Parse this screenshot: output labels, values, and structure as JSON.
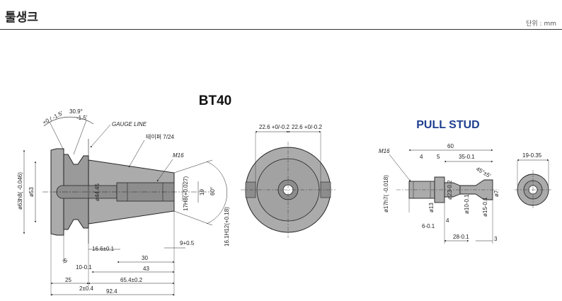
{
  "header": {
    "title": "툴생크",
    "unit": "단위 : mm"
  },
  "colors": {
    "body_fill": "#ababab",
    "body_dark": "#8d8d8d",
    "line": "#222222",
    "title_blue": "#1f3f8f",
    "title_black": "#111111"
  },
  "bt40": {
    "title": "BT40",
    "labels": {
      "angle_30": "30.9°",
      "angle_30_tol": "+0 / -1.5'",
      "angle_60": "60°",
      "angle_60_tol": "-1.5'",
      "gauge_line": "GAUGE LINE",
      "taper": "테이퍼 7/24",
      "m16": "M16",
      "d63": "ø63h8( -0.046)",
      "d53": "ø53",
      "d4445": "ø44.45",
      "d17h8": "17H8(+0.027)",
      "d19": "19",
      "ang60": "60°",
      "d161": "16.1H12(+0.18)",
      "n166": "16.6±0.1",
      "n9": "9+0.5",
      "n5": "5",
      "n10": "10-0.1",
      "n30": "30",
      "n43": "43",
      "n25": "25",
      "n654": "65.4±0.2",
      "n2": "2±0.4",
      "n924": "92.4"
    }
  },
  "front": {
    "labels": {
      "w1": "22.6 +0/-0.2",
      "w2": "22.6 +0/-0.2"
    }
  },
  "pull_stud": {
    "title": "PULL STUD",
    "labels": {
      "m16": "M16",
      "n60": "60",
      "n4": "4",
      "n5": "5",
      "n35": "35-0.1",
      "a45": "45°±5'",
      "d17h7": "ø17h7( -0.018)",
      "d13": "ø13",
      "d23": "ø23-0.2",
      "d10": "ø10-0.1",
      "d15": "ø15-0.1",
      "d7": "ø7",
      "n6": "6-0.1",
      "n4b": "4",
      "n28": "28-0.1",
      "n3": "3"
    }
  },
  "stud_end": {
    "labels": {
      "d19": "19-0.35"
    }
  }
}
